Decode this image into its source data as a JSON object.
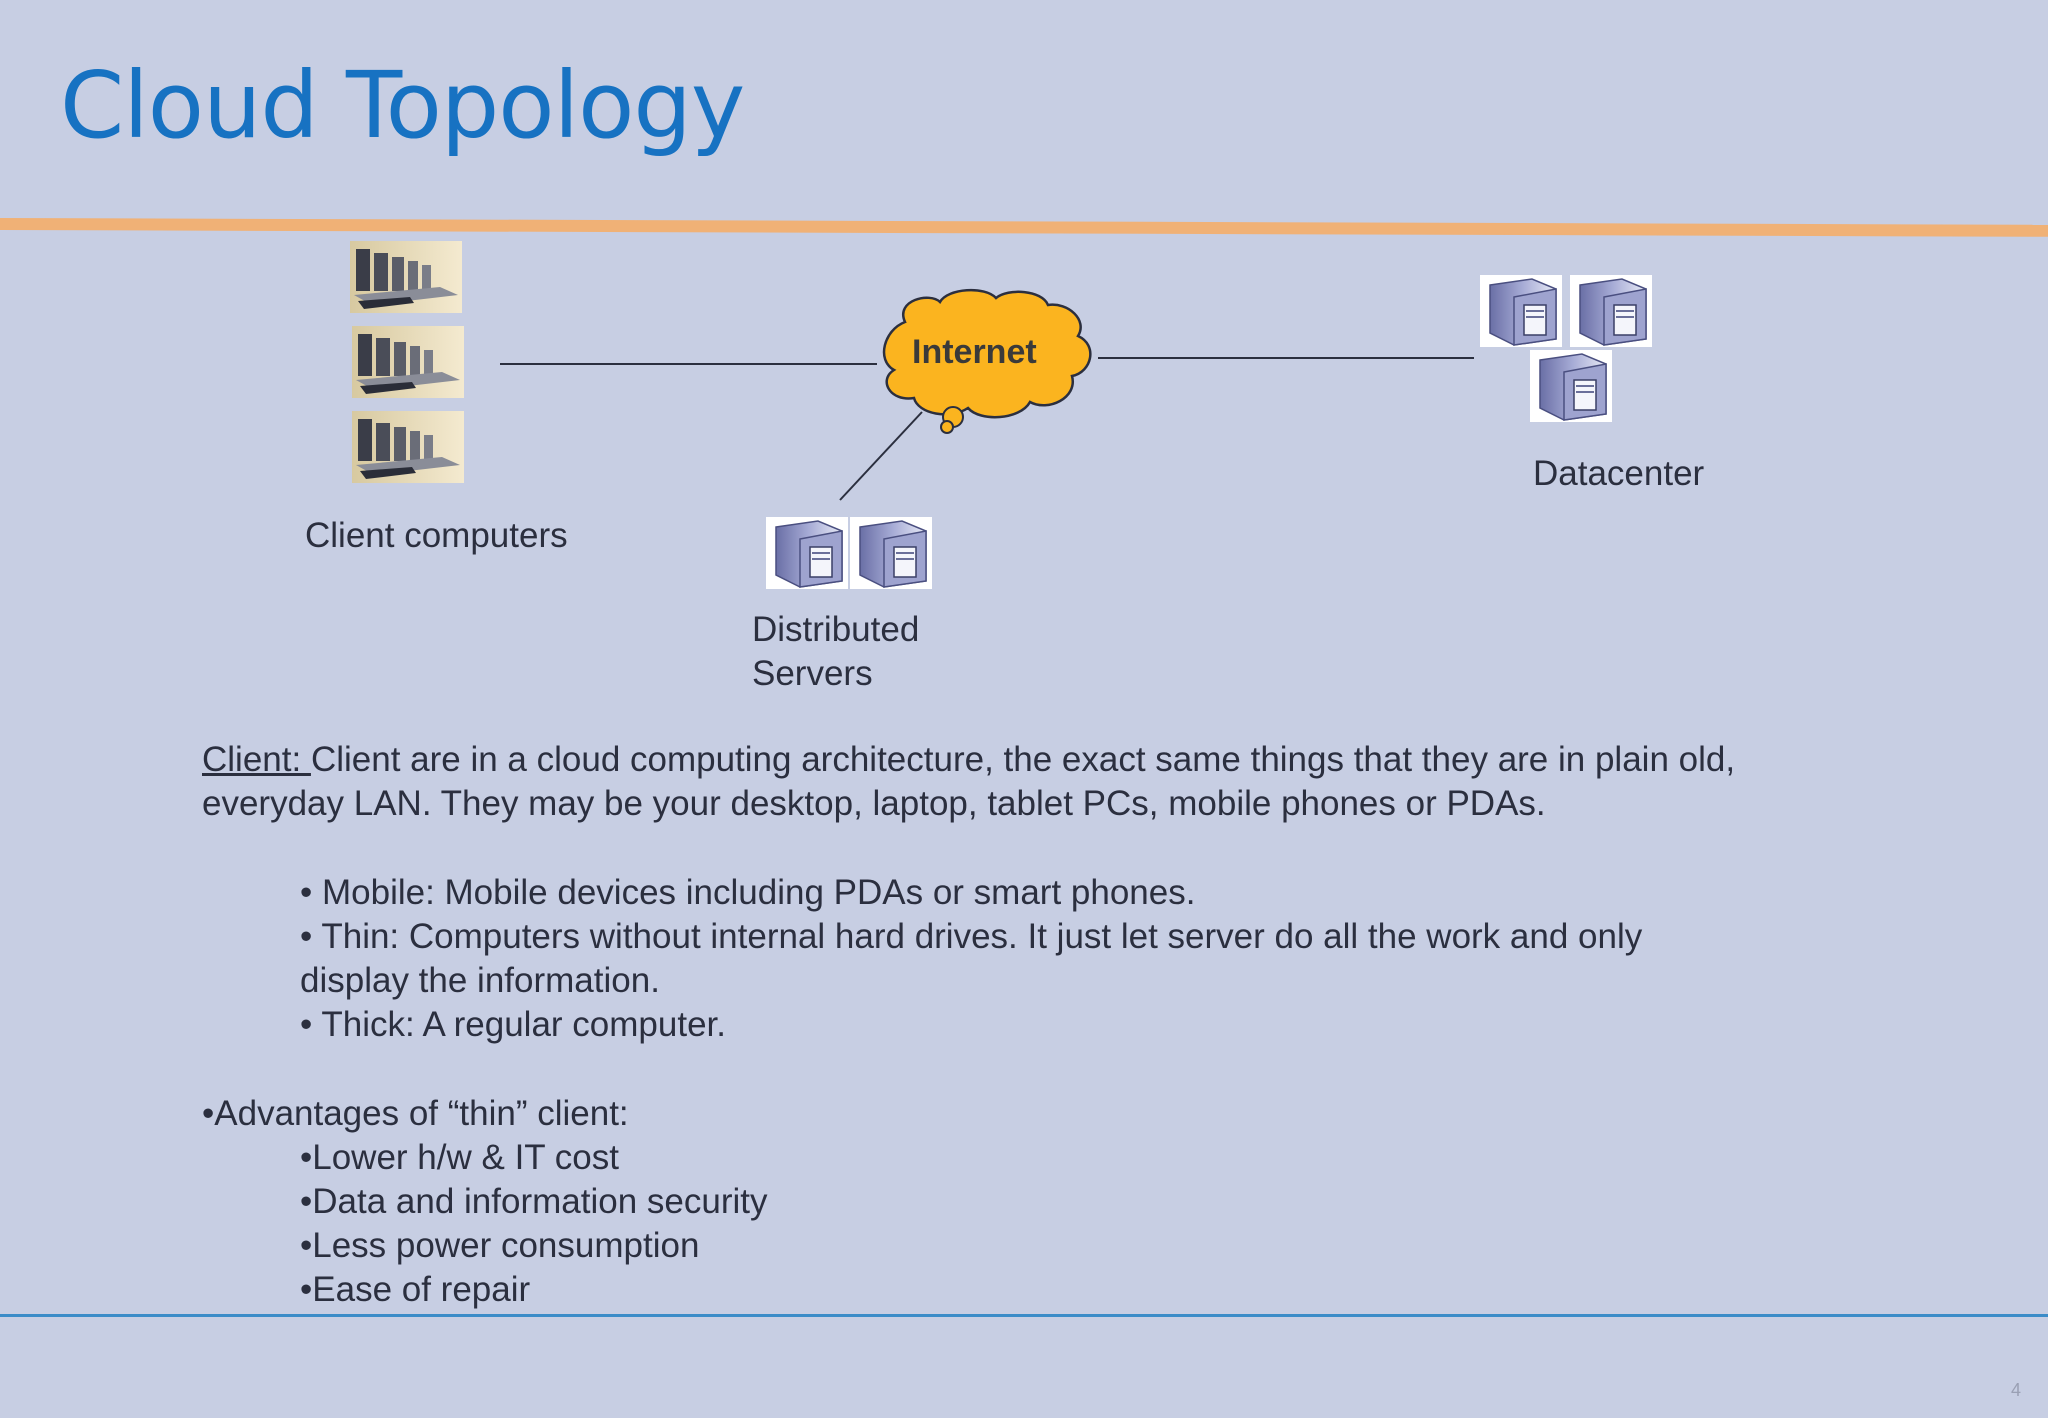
{
  "slide": {
    "title": "Cloud Topology",
    "page_number": "4"
  },
  "diagram": {
    "cloud_label": "Internet",
    "client_label": "Client computers",
    "distributed_label_line1": "Distributed",
    "distributed_label_line2": "Servers",
    "datacenter_label": "Datacenter",
    "colors": {
      "cloud_fill": "#fbb41f",
      "cloud_stroke": "#2b2f3f",
      "server_body": "#8f95c4"
    }
  },
  "body": {
    "client_heading": "Client: ",
    "client_text_line1": "Client are in a cloud computing architecture, the exact same things that they are in plain old,",
    "client_text_line2": "everyday LAN. They may be your desktop, laptop, tablet PCs, mobile phones or PDAs.",
    "bullets": [
      "• Mobile: Mobile devices including PDAs or smart phones.",
      "• Thin: Computers without internal hard drives. It just let server do all the work and only",
      "display the information.",
      "• Thick: A regular computer."
    ],
    "advantages_heading": "•Advantages of “thin” client:",
    "advantages": [
      "•Lower h/w  & IT cost",
      "•Data and information security",
      "•Less power consumption",
      "•Ease of repair"
    ]
  }
}
